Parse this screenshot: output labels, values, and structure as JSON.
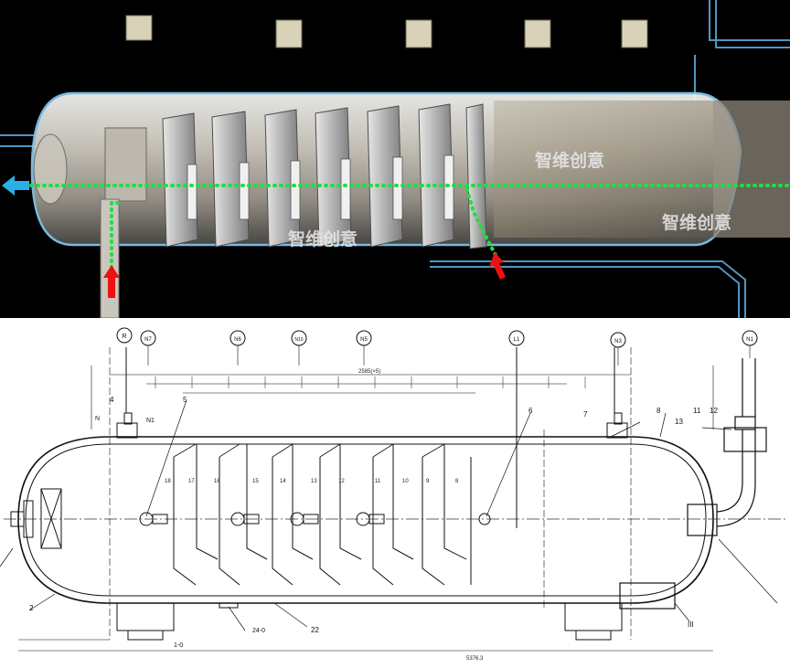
{
  "render3d": {
    "watermark": "智维创意",
    "colors": {
      "background": "#000000",
      "flow": "#22dd44",
      "inlet_arrow": "#ee1111",
      "outlet_arrow": "#2ab0e6",
      "glass_outline": "#6fb6e6"
    }
  },
  "drawing": {
    "nozzles": [
      "R",
      "N7",
      "N6",
      "N10",
      "N5",
      "L1",
      "N3",
      "N1"
    ],
    "part_labels": [
      "4",
      "N",
      "N1",
      "5",
      "6",
      "7",
      "8",
      "13",
      "11",
      "12",
      "2",
      "1-0",
      "24-0",
      "22",
      "III"
    ],
    "baffle_numbers": [
      "18",
      "17",
      "16",
      "15",
      "14",
      "13",
      "12",
      "11",
      "10",
      "9",
      "8"
    ],
    "dimensions": [
      "2585(×5)",
      "5376.3"
    ],
    "colors": {
      "line": "#111111",
      "centerline": "#333333"
    }
  }
}
